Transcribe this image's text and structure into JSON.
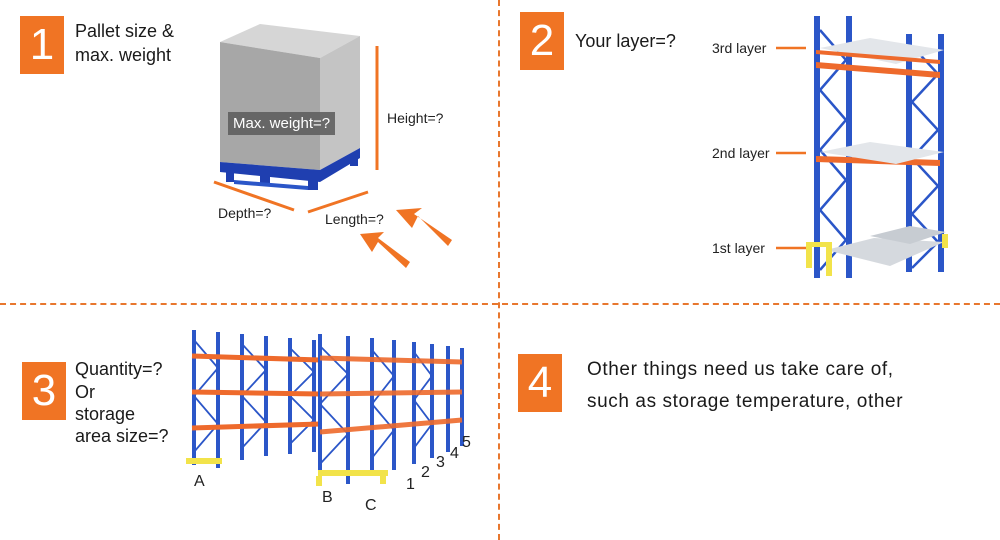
{
  "colors": {
    "accent": "#f07424",
    "rack_blue": "#2b56c8",
    "beam_orange": "#ee6a2c",
    "guard_yellow": "#f2e34a"
  },
  "panel1": {
    "number": "1",
    "title_line1": "Pallet size &",
    "title_line2": "max. weight",
    "weight_label": "Max. weight=?",
    "height_label": "Height=?",
    "depth_label": "Depth=?",
    "length_label": "Length=?"
  },
  "panel2": {
    "number": "2",
    "title": "Your layer=?",
    "layers": [
      "3rd layer",
      "2nd layer",
      "1st layer"
    ]
  },
  "panel3": {
    "number": "3",
    "lines": [
      "Quantity=?",
      "Or",
      "storage",
      "area size=?"
    ],
    "row_labels": [
      "A",
      "B",
      "C"
    ],
    "column_labels": [
      "1",
      "2",
      "3",
      "4",
      "5"
    ]
  },
  "panel4": {
    "number": "4",
    "line1": "Other things need us take care of,",
    "line2": "such as storage temperature, other"
  }
}
